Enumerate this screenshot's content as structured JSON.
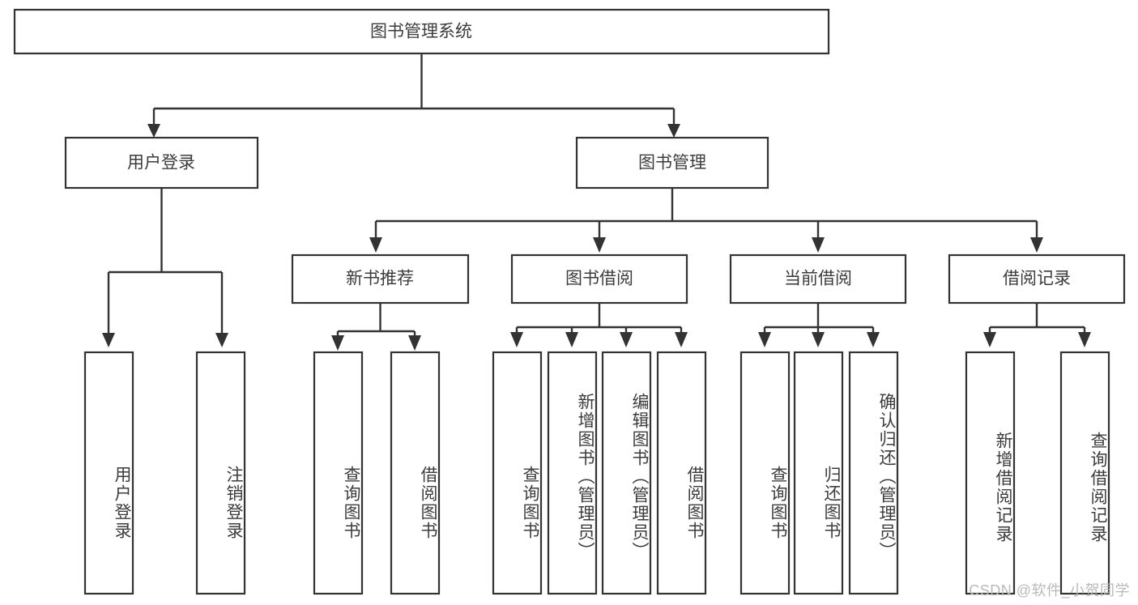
{
  "diagram": {
    "type": "tree",
    "title": "图书管理系统",
    "root": {
      "id": "root",
      "label": "图书管理系统"
    },
    "level1": [
      {
        "id": "user-login",
        "label": "用户登录"
      },
      {
        "id": "book-management",
        "label": "图书管理"
      }
    ],
    "level2": [
      {
        "id": "new-book-recommend",
        "label": "新书推荐",
        "parent": "book-management"
      },
      {
        "id": "book-borrow",
        "label": "图书借阅",
        "parent": "book-management"
      },
      {
        "id": "current-borrow",
        "label": "当前借阅",
        "parent": "book-management"
      },
      {
        "id": "borrow-record",
        "label": "借阅记录",
        "parent": "book-management"
      }
    ],
    "leaves": [
      {
        "id": "leaf-user-login",
        "label": "用户登录",
        "parent": "user-login"
      },
      {
        "id": "leaf-logout",
        "label": "注销登录",
        "parent": "user-login"
      },
      {
        "id": "leaf-query-book-1",
        "label": "查询图书",
        "parent": "new-book-recommend"
      },
      {
        "id": "leaf-borrow-book-1",
        "label": "借阅图书",
        "parent": "new-book-recommend"
      },
      {
        "id": "leaf-query-book-2",
        "label": "查询图书",
        "parent": "book-borrow"
      },
      {
        "id": "leaf-add-book",
        "label": "新增图书（管理员）",
        "parent": "book-borrow"
      },
      {
        "id": "leaf-edit-book",
        "label": "编辑图书（管理员）",
        "parent": "book-borrow"
      },
      {
        "id": "leaf-borrow-book-2",
        "label": "借阅图书",
        "parent": "book-borrow"
      },
      {
        "id": "leaf-query-book-3",
        "label": "查询图书",
        "parent": "current-borrow"
      },
      {
        "id": "leaf-return-book",
        "label": "归还图书",
        "parent": "current-borrow"
      },
      {
        "id": "leaf-confirm-return",
        "label": "确认归还（管理员）",
        "parent": "current-borrow"
      },
      {
        "id": "leaf-add-record",
        "label": "新增借阅记录",
        "parent": "borrow-record"
      },
      {
        "id": "leaf-query-record",
        "label": "查询借阅记录",
        "parent": "borrow-record"
      }
    ],
    "colors": {
      "stroke": "#333333",
      "fill": "#ffffff",
      "text": "#3c3c3c",
      "watermark": "#b9b9b9"
    }
  },
  "watermark": {
    "text": "CSDN @软件_小贺同学"
  }
}
